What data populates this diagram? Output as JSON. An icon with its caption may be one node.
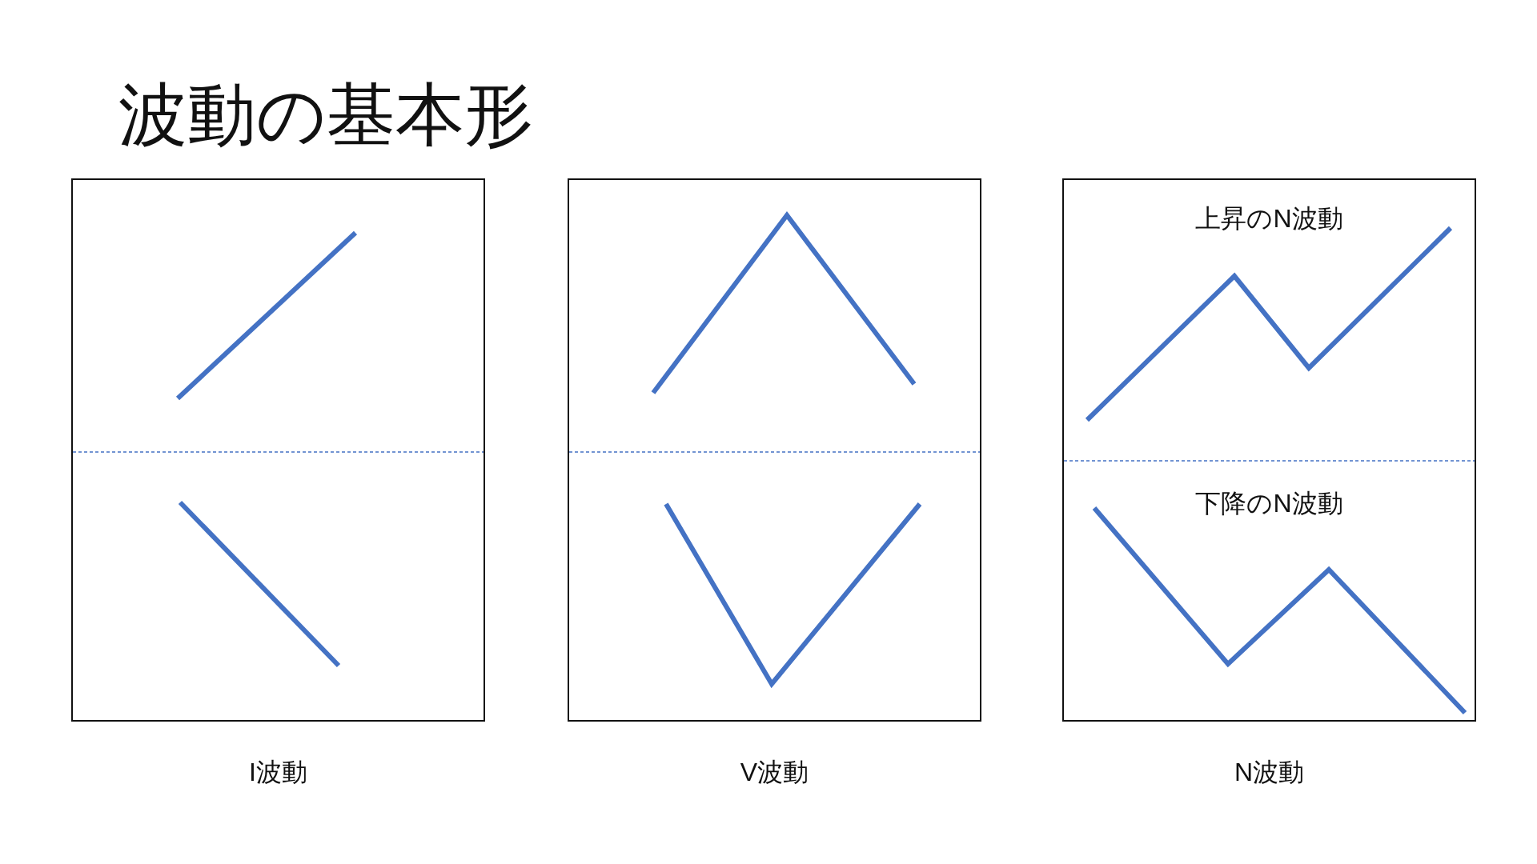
{
  "diagram": {
    "title": "波動の基本形",
    "nodes": [
      {
        "text": [],
        "shape": "box",
        "beside": [
          "I波動"
        ]
      },
      {
        "text": [],
        "shape": "box",
        "beside": [
          "V波動"
        ]
      },
      {
        "text": [
          "上昇のN波動",
          "下降のN波動"
        ],
        "beside": [
          "N波動"
        ]
      }
    ]
  }
}
